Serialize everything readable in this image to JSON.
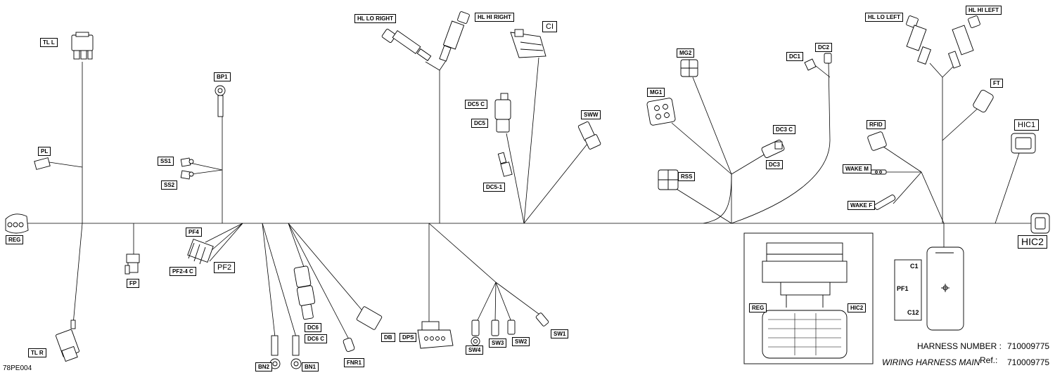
{
  "labels": {
    "tl_l": "TL L",
    "pl": "PL",
    "reg": "REG",
    "fp": "FP",
    "tl_r": "TL R",
    "bp1": "BP1",
    "ss1": "SS1",
    "ss2": "SS2",
    "pf4": "PF4",
    "pf2_4c": "PF2-4 C",
    "pf2": "PF2",
    "bn2": "BN2",
    "bn1": "BN1",
    "dc6": "DC6",
    "dc6c": "DC6 C",
    "fnr1": "FNR1",
    "db": "DB",
    "dps": "DPS",
    "sw4": "SW4",
    "sw3": "SW3",
    "sw2": "SW2",
    "sw1": "SW1",
    "hl_lo_right": "HL LO RIGHT",
    "hl_hi_right": "HL HI RIGHT",
    "ci": "CI",
    "dc5c": "DC5 C",
    "dc5": "DC5",
    "dc5_1": "DC5-1",
    "sww": "SWW",
    "mg2": "MG2",
    "mg1": "MG1",
    "dc1": "DC1",
    "dc2": "DC2",
    "dc3c": "DC3 C",
    "dc3": "DC3",
    "rss": "RSS",
    "hl_lo_left": "HL LO LEFT",
    "hl_hi_left": "HL HI LEFT",
    "ft": "FT",
    "rfid": "RFID",
    "hic1": "HIC1",
    "wake_m": "WAKE M",
    "wake_f": "WAKE F",
    "hic2": "HIC2",
    "inset_reg": "REG",
    "inset_hic2": "HIC2",
    "pf1_c1": "C1",
    "pf1": "PF1",
    "pf1_c12": "C12"
  },
  "footer": {
    "harness_number_label": "HARNESS NUMBER :",
    "harness_number_value": "710009775",
    "wiring_label": "WIRING HARNESS  MAIN",
    "ref_label": "Ref.:",
    "ref_value": "710009775",
    "figure_code": "78PE004"
  }
}
